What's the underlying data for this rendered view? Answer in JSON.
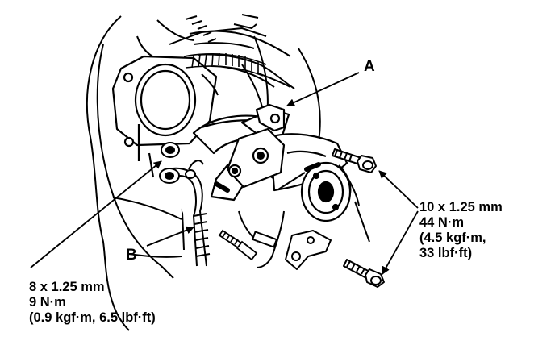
{
  "callouts": {
    "a": "A",
    "b": "B"
  },
  "spec_right": {
    "line1": "10 x 1.25 mm",
    "line2": "44 N·m",
    "line3": "(4.5 kgf·m,",
    "line4": "33 lbf·ft)"
  },
  "spec_left": {
    "line1": "8 x 1.25 mm",
    "line2": "9 N·m",
    "line3": "(0.9 kgf·m, 6.5 lbf·ft)"
  },
  "colors": {
    "ink": "#000000",
    "paper": "#ffffff"
  }
}
